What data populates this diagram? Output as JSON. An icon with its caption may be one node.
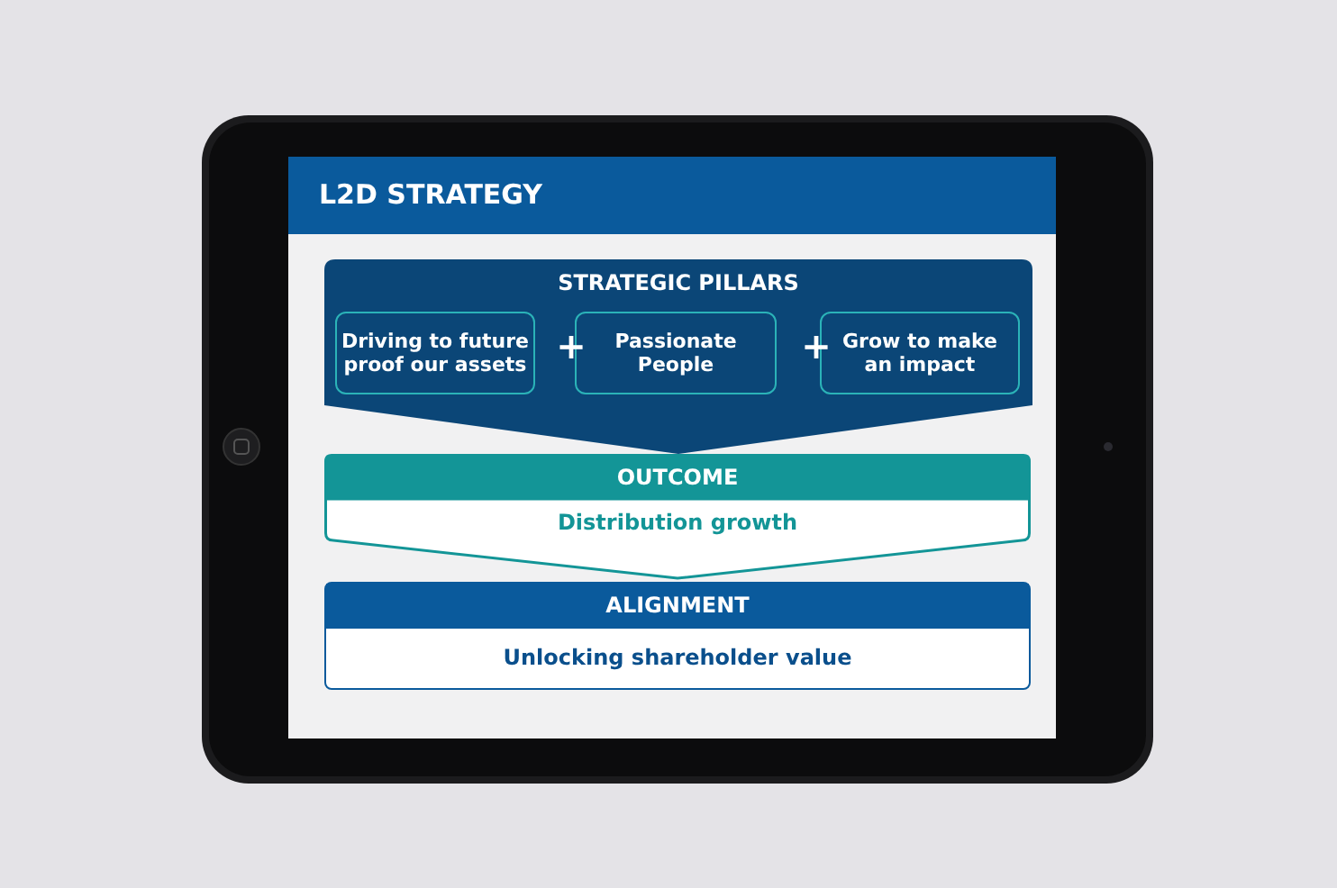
{
  "diagram": {
    "title": "L2D STRATEGY",
    "nodes": [
      {
        "text": [
          "STRATEGIC PILLARS"
        ]
      },
      {
        "text": [
          "Driving to future proof our assets"
        ],
        "in": 0
      },
      {
        "text": [
          "Passionate People"
        ],
        "in": 0
      },
      {
        "text": [
          "Grow to make an impact"
        ],
        "in": 0
      },
      {
        "text": [
          "OUTCOME",
          "Distribution growth"
        ]
      },
      {
        "text": [
          "ALIGNMENT",
          "Unlocking shareholder value"
        ]
      }
    ],
    "labels": [
      "+",
      "+"
    ]
  }
}
